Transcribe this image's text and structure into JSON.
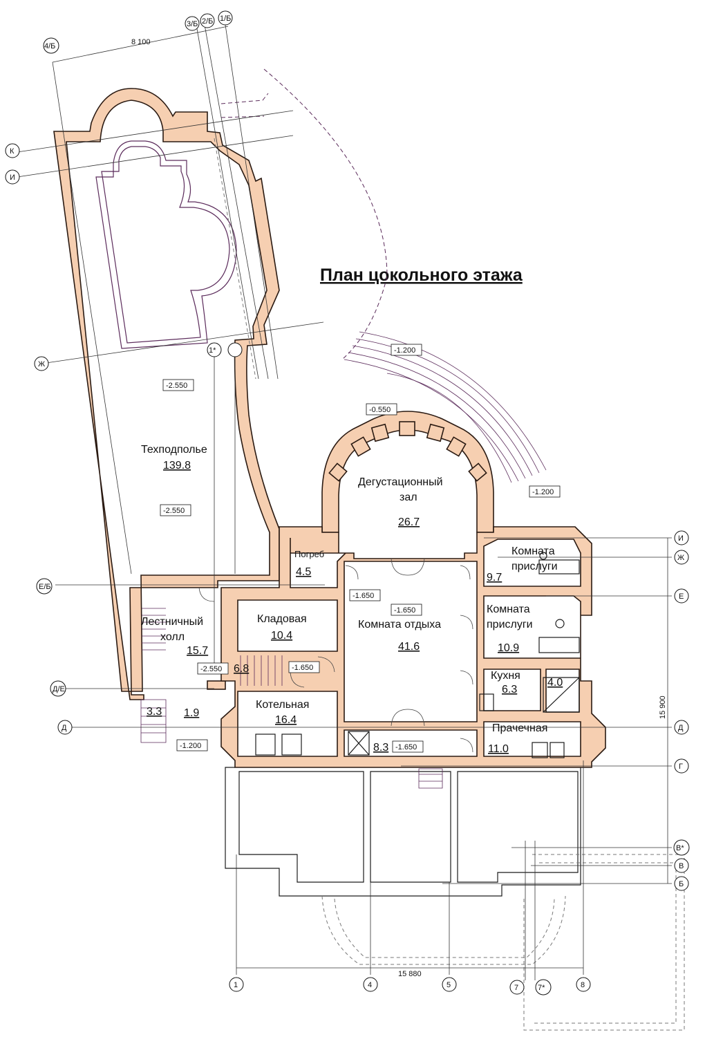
{
  "title": "План цокольного этажа",
  "rooms": {
    "tech": {
      "name": "Техподполье",
      "area": "139.8"
    },
    "tasting": {
      "name1": "Дегустационный",
      "name2": "зал",
      "area": "26.7"
    },
    "cellar": {
      "name": "Погреб",
      "area": "4.5"
    },
    "servant1": {
      "name1": "Комната",
      "name2": "прислуги",
      "area": "9.7"
    },
    "servant2": {
      "name1": "Комната",
      "name2": "прислуги",
      "area": "10.9"
    },
    "pantry": {
      "name": "Кладовая",
      "area": "10.4"
    },
    "rest": {
      "name": "Комната отдыха",
      "area": "41.6"
    },
    "stairhall": {
      "name1": "Лестничный",
      "name2": "холл",
      "area": "15.7"
    },
    "kitchen": {
      "name": "Кухня",
      "area": "6.3"
    },
    "wc": {
      "area": "4.0"
    },
    "boiler": {
      "name": "Котельная",
      "area": "16.4"
    },
    "laundry": {
      "name": "Прачечная",
      "area": "11.0"
    },
    "vestib": {
      "area": "6.8"
    },
    "small1": {
      "area": "3.3"
    },
    "small2": {
      "area": "1.9"
    },
    "shaft": {
      "area": "8.3"
    }
  },
  "levels": {
    "l1": "-1.200",
    "l2": "-0.550",
    "l3": "-1.200",
    "l4": "-2.550",
    "l5": "-2.550",
    "l6": "-1.650",
    "l7": "-1.650",
    "l8": "-2.550",
    "l9": "-1.650",
    "l10": "-1.200",
    "l11": "-1.650"
  },
  "dimensions": {
    "top": "8 100",
    "right": "15 900",
    "bottom": "15 880"
  },
  "axes": {
    "a1": "1",
    "a4": "4",
    "a5": "5",
    "a7": "7",
    "a7s": "7*",
    "a8": "8",
    "aI": "И",
    "aZh": "Ж",
    "aE": "Е",
    "aD": "Д",
    "aG": "Г",
    "aVs": "В*",
    "aV": "В",
    "aB": "Б",
    "aK_left": "К",
    "aI_left": "И",
    "aZh_left": "Ж",
    "aEB": "Е/Б",
    "aDE": "Д/Е",
    "aD_left": "Д",
    "a1s": "1*",
    "a4b": "4/Б",
    "a3b": "3/Б",
    "a2b": "2/Б",
    "a1b": "1/Б"
  }
}
